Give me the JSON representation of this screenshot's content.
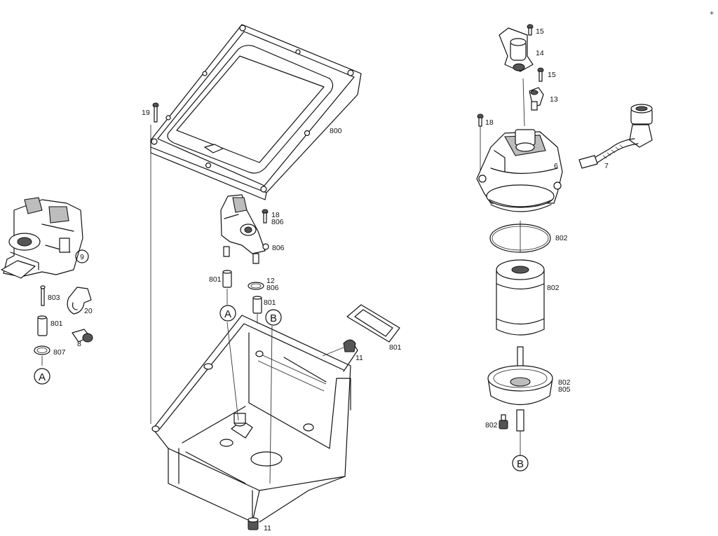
{
  "callouts": {
    "c800": "800",
    "c19": "19",
    "c9": "9",
    "c803": "803",
    "c20": "20",
    "c801_left": "801",
    "c8": "8",
    "c807": "807",
    "c18_mid": "18",
    "c806_a": "806",
    "c806_b": "806",
    "c801_mid": "801",
    "c12": "12",
    "c806_c": "806",
    "c801_mid2": "801",
    "c11_right": "11",
    "c801_seal": "801",
    "c11_bottom": "11",
    "c15_a": "15",
    "c14": "14",
    "c15_b": "15",
    "c13": "13",
    "c18_right": "18",
    "c6": "6",
    "c7": "7",
    "c802_a": "802",
    "c802_b": "802",
    "c802_c": "802",
    "c805": "805",
    "c802_d": "802"
  },
  "connectors": {
    "A_left": "A",
    "A_mid": "A",
    "B_mid": "B",
    "B_right": "B"
  },
  "corner_mark": "+"
}
